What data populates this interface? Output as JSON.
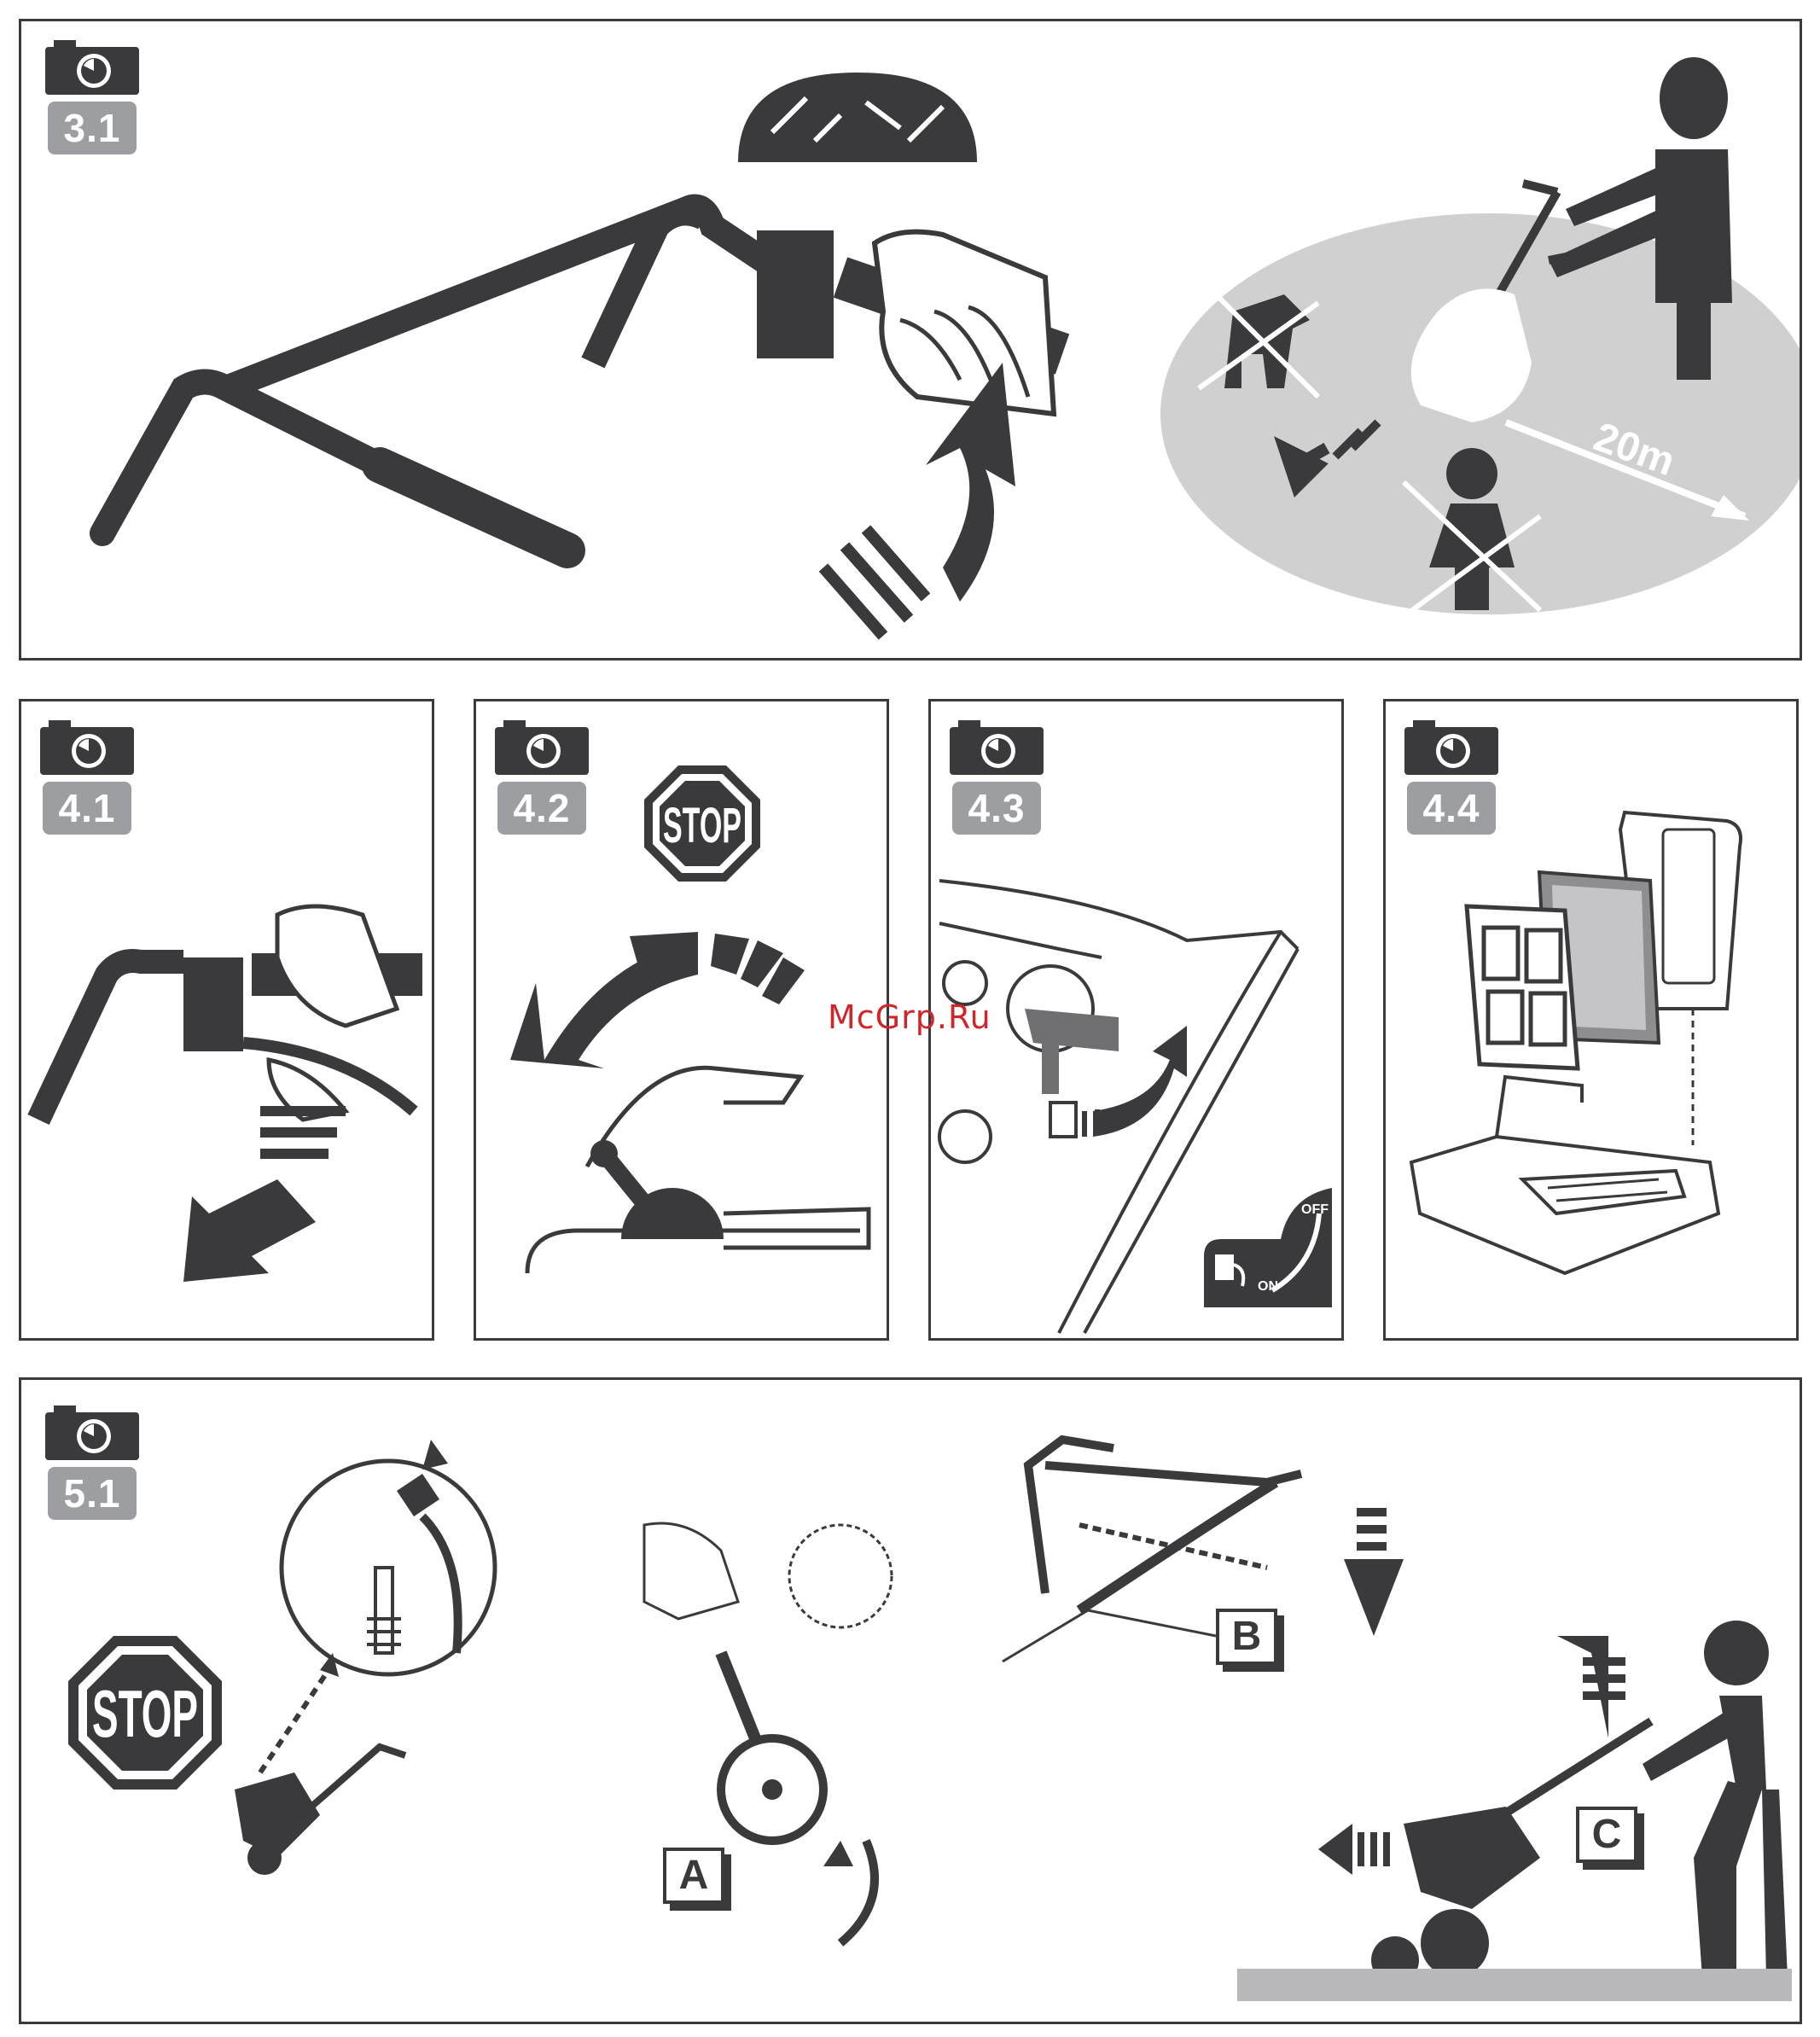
{
  "panels": {
    "p31": {
      "step": "3.1",
      "distance": "20m"
    },
    "p41": {
      "step": "4.1"
    },
    "p42": {
      "step": "4.2",
      "stop": "STOP"
    },
    "p43": {
      "step": "4.3",
      "switch_off": "OFF",
      "switch_on": "ON"
    },
    "p44": {
      "step": "4.4"
    },
    "p51": {
      "step": "5.1",
      "stop": "STOP",
      "label_a": "A",
      "label_b": "B",
      "label_c": "C"
    }
  },
  "watermark": "McGrp.Ru",
  "colors": {
    "ink": "#3a3a3c",
    "badge": "#9d9ea1",
    "zone": "#d0d0d1",
    "watermark": "#d0262b"
  },
  "icons": [
    "camera-icon",
    "stop-sign-icon",
    "arrow-icon",
    "hand-icon",
    "person-icon",
    "fuel-icon"
  ]
}
